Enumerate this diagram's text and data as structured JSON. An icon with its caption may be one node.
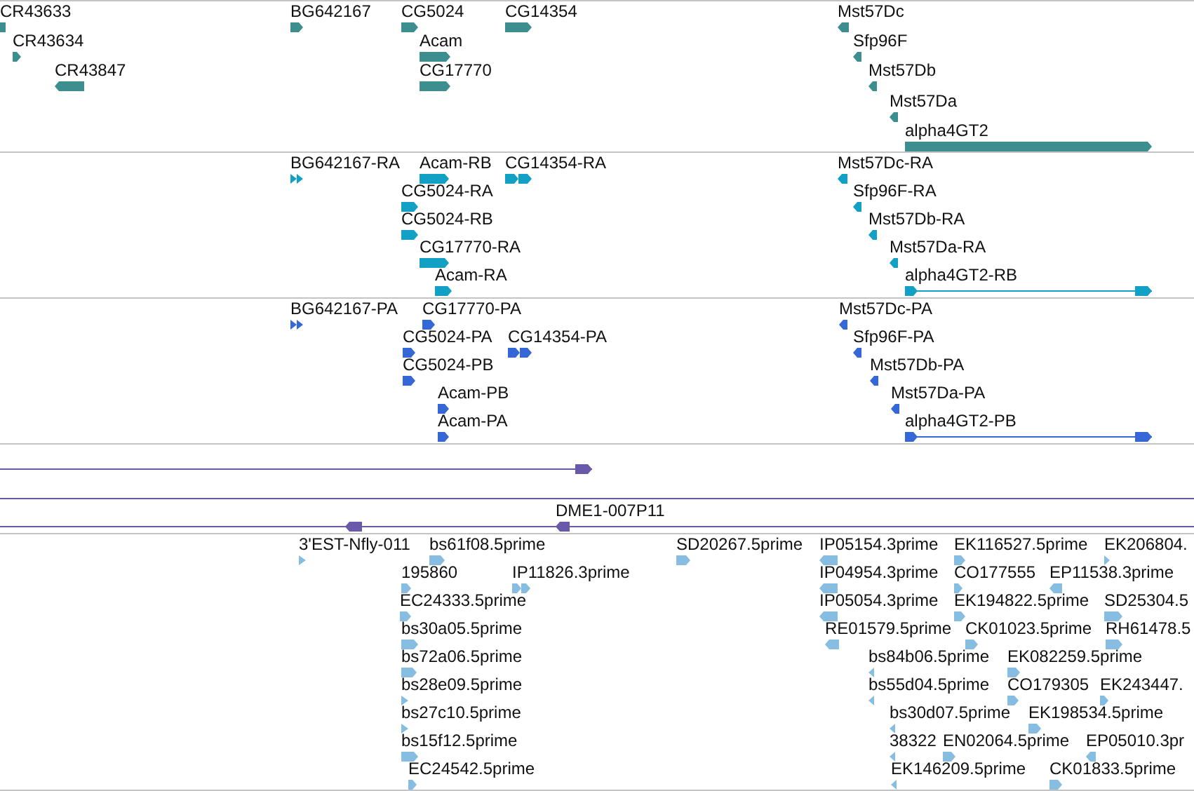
{
  "diagram": {
    "nodes": [
      {
        "text": [
          "CR43633"
        ]
      },
      {
        "text": [
          "CR43634"
        ]
      },
      {
        "text": [
          "CR43847"
        ]
      },
      {
        "text": [
          "BG642167"
        ]
      },
      {
        "text": [
          "CG5024"
        ]
      },
      {
        "text": [
          "Acam"
        ]
      },
      {
        "text": [
          "CG17770"
        ]
      },
      {
        "text": [
          "CG14354"
        ]
      },
      {
        "text": [
          "Mst57Dc"
        ]
      },
      {
        "text": [
          "Sfp96F"
        ]
      },
      {
        "text": [
          "Mst57Db"
        ]
      },
      {
        "text": [
          "Mst57Da"
        ]
      },
      {
        "text": [
          "alpha4GT2"
        ]
      },
      {
        "text": [
          "BG642167-RA"
        ]
      },
      {
        "text": [
          "Acam-RB"
        ]
      },
      {
        "text": [
          "CG14354-RA"
        ]
      },
      {
        "text": [
          "CG5024-RA"
        ]
      },
      {
        "text": [
          "CG5024-RB"
        ]
      },
      {
        "text": [
          "CG17770-RA"
        ]
      },
      {
        "text": [
          "Acam-RA"
        ]
      },
      {
        "text": [
          "Mst57Dc-RA"
        ]
      },
      {
        "text": [
          "Sfp96F-RA"
        ]
      },
      {
        "text": [
          "Mst57Db-RA"
        ]
      },
      {
        "text": [
          "Mst57Da-RA"
        ]
      },
      {
        "text": [
          "alpha4GT2-RB"
        ]
      },
      {
        "text": [
          "BG642167-PA"
        ]
      },
      {
        "text": [
          "CG17770-PA"
        ]
      },
      {
        "text": [
          "CG5024-PA"
        ]
      },
      {
        "text": [
          "CG14354-PA"
        ]
      },
      {
        "text": [
          "CG5024-PB"
        ]
      },
      {
        "text": [
          "Acam-PB"
        ]
      },
      {
        "text": [
          "Acam-PA"
        ]
      },
      {
        "text": [
          "Mst57Dc-PA"
        ]
      },
      {
        "text": [
          "Sfp96F-PA"
        ]
      },
      {
        "text": [
          "Mst57Db-PA"
        ]
      },
      {
        "text": [
          "Mst57Da-PA"
        ]
      },
      {
        "text": [
          "alpha4GT2-PB"
        ]
      },
      {
        "text": [],
        "shape": "bar"
      },
      {
        "text": [],
        "shape": "bar"
      },
      {
        "text": [
          "DME1-007P11"
        ]
      },
      {
        "text": [
          "3'EST-Nfly-011"
        ]
      },
      {
        "text": [
          "bs61f08.5prime"
        ]
      },
      {
        "text": [
          "SD20267.5prime"
        ]
      },
      {
        "text": [
          "IP05154.3prime"
        ]
      },
      {
        "text": [
          "EK116527.5prime"
        ]
      },
      {
        "text": [
          "EK206804."
        ]
      },
      {
        "text": [
          "195860"
        ]
      },
      {
        "text": [
          "IP11826.3prime"
        ]
      },
      {
        "text": [
          "IP04954.3prime"
        ]
      },
      {
        "text": [
          "CO177555"
        ]
      },
      {
        "text": [
          "EP11538.3prime"
        ]
      },
      {
        "text": [
          "EC24333.5prime"
        ]
      },
      {
        "text": [
          "IP05054.3prime"
        ]
      },
      {
        "text": [
          "EK194822.5prime"
        ]
      },
      {
        "text": [
          "SD25304.5"
        ]
      },
      {
        "text": [
          "bs30a05.5prime"
        ]
      },
      {
        "text": [
          "RE01579.5prime"
        ]
      },
      {
        "text": [
          "CK01023.5prime"
        ]
      },
      {
        "text": [
          "RH61478.5"
        ]
      },
      {
        "text": [
          "bs72a06.5prime"
        ]
      },
      {
        "text": [
          "bs84b06.5prime"
        ]
      },
      {
        "text": [
          "EK082259.5prime"
        ]
      },
      {
        "text": [
          "bs28e09.5prime"
        ]
      },
      {
        "text": [
          "bs55d04.5prime"
        ]
      },
      {
        "text": [
          "CO179305"
        ]
      },
      {
        "text": [
          "EK243447."
        ]
      },
      {
        "text": [
          "bs27c10.5prime"
        ]
      },
      {
        "text": [
          "bs30d07.5prime"
        ]
      },
      {
        "text": [
          "EK198534.5prime"
        ]
      },
      {
        "text": [
          "bs15f12.5prime"
        ]
      },
      {
        "text": [
          "38322"
        ]
      },
      {
        "text": [
          "EN02064.5prime"
        ]
      },
      {
        "text": [
          "EP05010.3pr"
        ]
      },
      {
        "text": [
          "EC24542.5prime"
        ]
      },
      {
        "text": [
          "EK146209.5prime"
        ]
      },
      {
        "text": [
          "CK01833.5prime"
        ]
      }
    ]
  }
}
